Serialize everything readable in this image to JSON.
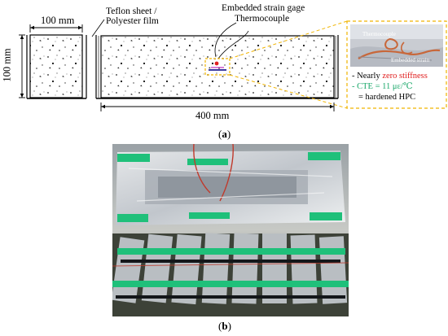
{
  "panel_a": {
    "dim_width_small": "100 mm",
    "dim_height": "100 mm",
    "dim_length": "400 mm",
    "label_teflon_line1": "Teflon sheet /",
    "label_teflon_line2": "Polyester film",
    "label_gage": "Embedded strain gage",
    "label_thermocouple": "Thermocouple",
    "inset": {
      "photo_label_1": "Thermocouple",
      "photo_label_2": "Embedded strain",
      "note1_prefix": "- Nearly ",
      "note1_highlight": "zero stiffness",
      "note2": "- CTE = 11 με/℃",
      "note3": "= hardened HPC",
      "colors": {
        "highlight_red": "#e02020",
        "cte_green": "#1aa86a",
        "frame_yellow": "#f0b400"
      }
    },
    "caption_open": "(",
    "caption_letter": "a",
    "caption_close": ")"
  },
  "panel_b": {
    "photo_description_icon": "photo-specimens-under-plastic",
    "caption_open": "(",
    "caption_letter": "b",
    "caption_close": ")"
  }
}
